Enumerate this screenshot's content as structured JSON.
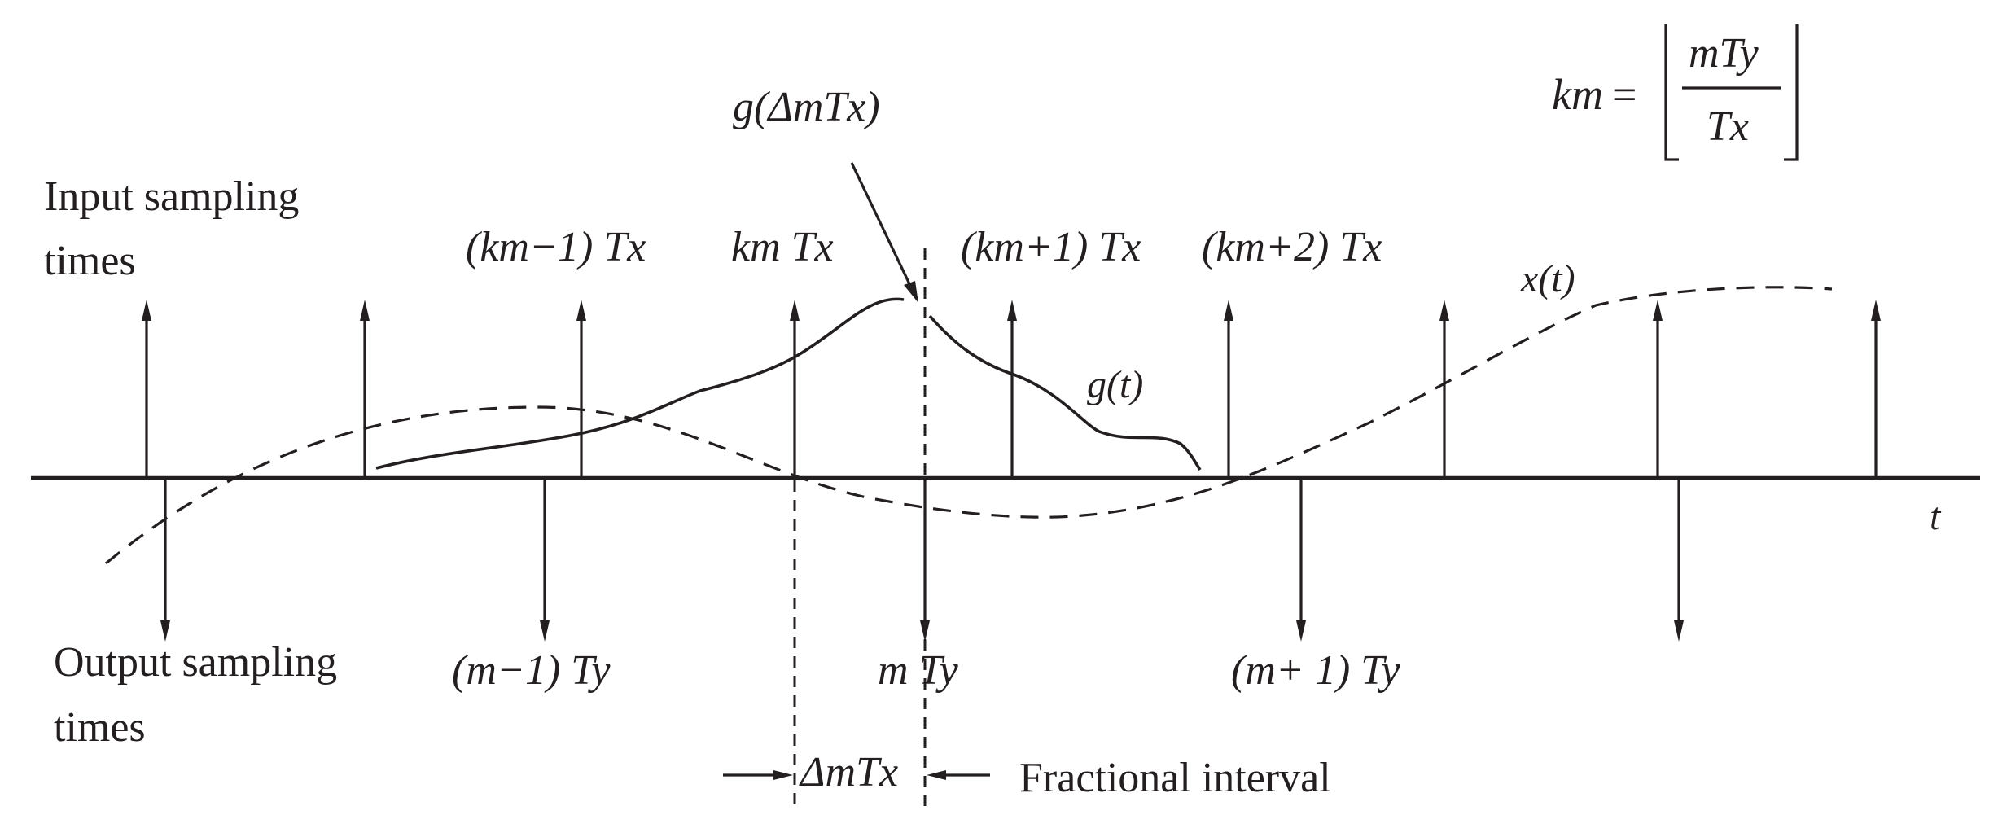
{
  "labels": {
    "input_line1": "Input sampling",
    "input_line2": "times",
    "output_line1": "Output sampling",
    "output_line2": "times",
    "t_axis": "t",
    "x_curve": "x(t)",
    "g_curve": "g(t)",
    "g_peak": "g(ΔmTx)",
    "fractional_interval": "Fractional interval",
    "delta_interval": "ΔmTx"
  },
  "input_times": {
    "km_minus_1": "(km−1) Tx",
    "km": "km Tx",
    "km_plus_1": "(km+1) Tx",
    "km_plus_2": "(km+2) Tx"
  },
  "output_times": {
    "m_minus_1": "(m−1) Ty",
    "m": "m Ty",
    "m_plus_1": "(m+ 1) Ty"
  },
  "formula": {
    "lhs": "km",
    "numerator": "mTy",
    "denominator": "Tx"
  }
}
